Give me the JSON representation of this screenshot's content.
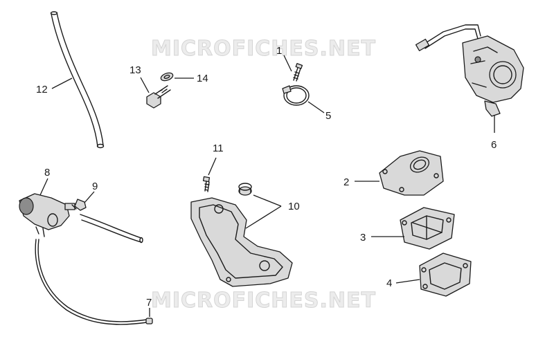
{
  "watermark": {
    "text": "MICROFICHES.NET"
  },
  "callouts": {
    "c1": "1",
    "c2": "2",
    "c3": "3",
    "c4": "4",
    "c5": "5",
    "c6": "6",
    "c7": "7",
    "c8": "8",
    "c9": "9",
    "c10": "10",
    "c11": "11",
    "c12": "12",
    "c13": "13",
    "c14": "14"
  }
}
